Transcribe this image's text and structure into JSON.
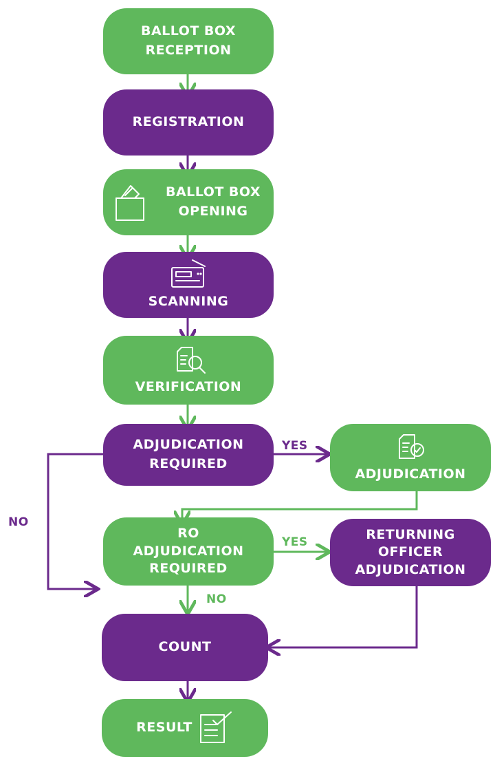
{
  "colors": {
    "green": "#5fb85c",
    "purple": "#6b2a8c"
  },
  "nodes": {
    "ballot_box_reception": {
      "line1": "BALLOT BOX",
      "line2": "RECEPTION"
    },
    "registration": {
      "label": "REGISTRATION"
    },
    "ballot_box_opening": {
      "line1": "BALLOT BOX",
      "line2": "OPENING",
      "icon": "ballot-box-icon"
    },
    "scanning": {
      "label": "SCANNING",
      "icon": "scanner-icon"
    },
    "verification": {
      "label": "VERIFICATION",
      "icon": "document-search-icon"
    },
    "adjudication_required": {
      "line1": "ADJUDICATION",
      "line2": "REQUIRED"
    },
    "adjudication": {
      "label": "ADJUDICATION",
      "icon": "document-check-icon"
    },
    "ro_adjudication_required": {
      "line1": "RO",
      "line2": "ADJUDICATION",
      "line3": "REQUIRED"
    },
    "returning_officer_adjudication": {
      "line1": "RETURNING",
      "line2": "OFFICER",
      "line3": "ADJUDICATION"
    },
    "count": {
      "label": "COUNT"
    },
    "result": {
      "label": "RESULT",
      "icon": "checklist-icon"
    }
  },
  "edge_labels": {
    "yes_1": "YES",
    "no_1": "NO",
    "yes_2": "YES",
    "no_2": "NO"
  }
}
